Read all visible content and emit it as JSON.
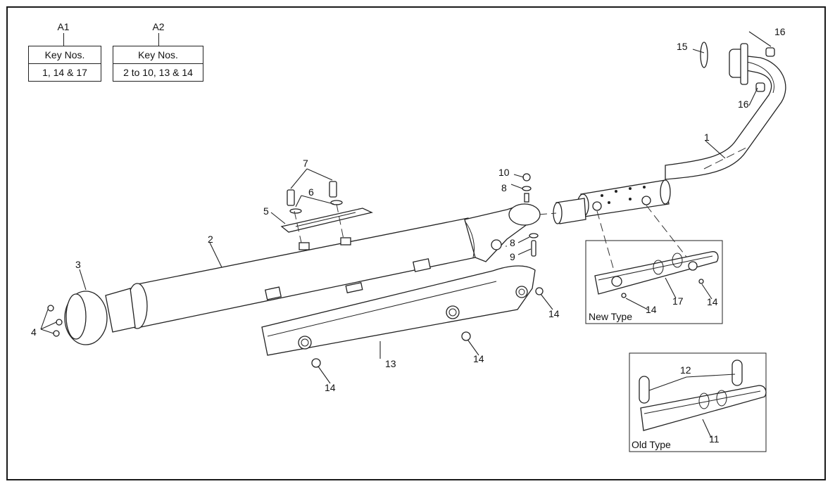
{
  "legend": {
    "a1": {
      "tag": "A1",
      "header": "Key Nos.",
      "value": "1, 14 & 17"
    },
    "a2": {
      "tag": "A2",
      "header": "Key Nos.",
      "value": "2 to 10, 13 & 14"
    }
  },
  "insets": {
    "new_type": "New Type",
    "old_type": "Old Type"
  },
  "callouts": {
    "n1": "1",
    "n2": "2",
    "n3": "3",
    "n4": "4",
    "n5": "5",
    "n6": "6",
    "n7": "7",
    "n8a": "8",
    "n8b": "8",
    "n9": "9",
    "n10": "10",
    "n11": "11",
    "n12": "12",
    "n13": "13",
    "n14a": "14",
    "n14b": "14",
    "n14c": "14",
    "n14d": "14",
    "n14e": "14",
    "n15": "15",
    "n16a": "16",
    "n16b": "16",
    "n17": "17"
  }
}
